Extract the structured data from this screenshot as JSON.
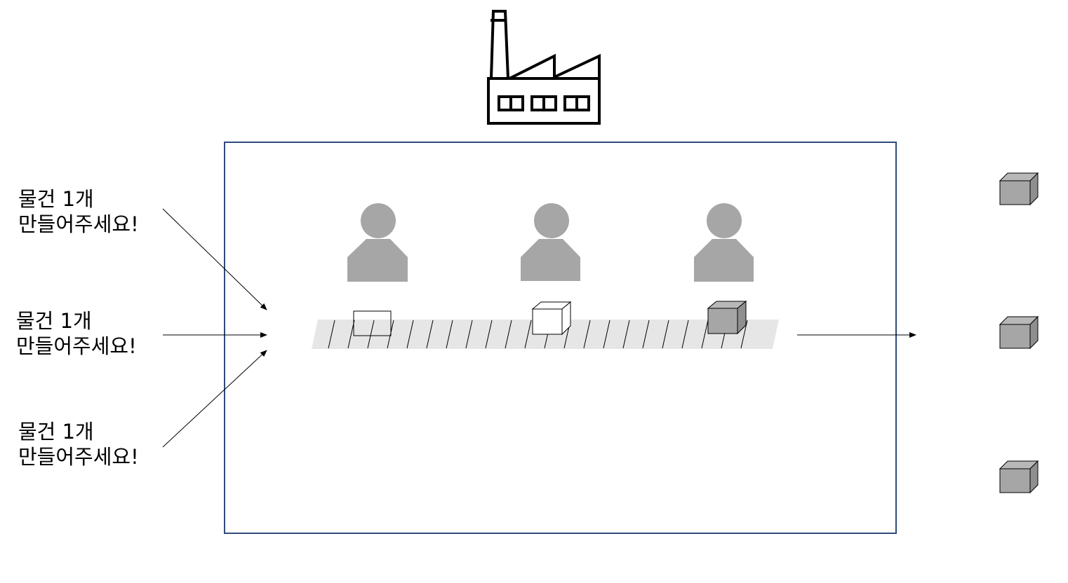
{
  "requests": [
    {
      "line1": "물건 1개",
      "line2": "만들어주세요!"
    },
    {
      "line1": "물건 1개",
      "line2": "만들어주세요!"
    },
    {
      "line1": "물건 1개",
      "line2": "만들어주세요!"
    }
  ],
  "icons": {
    "factory": "factory-icon",
    "worker": "person-icon",
    "product": "box-icon"
  },
  "colors": {
    "frame": "#2f4b7c",
    "worker": "#a6a6a6",
    "belt": "#e6e6e6",
    "finished_box": "#a6a6a6",
    "line": "#000000"
  },
  "workers": 3,
  "belt_items": [
    "empty-outline",
    "white-cube",
    "gray-cube"
  ],
  "outputs": 3
}
